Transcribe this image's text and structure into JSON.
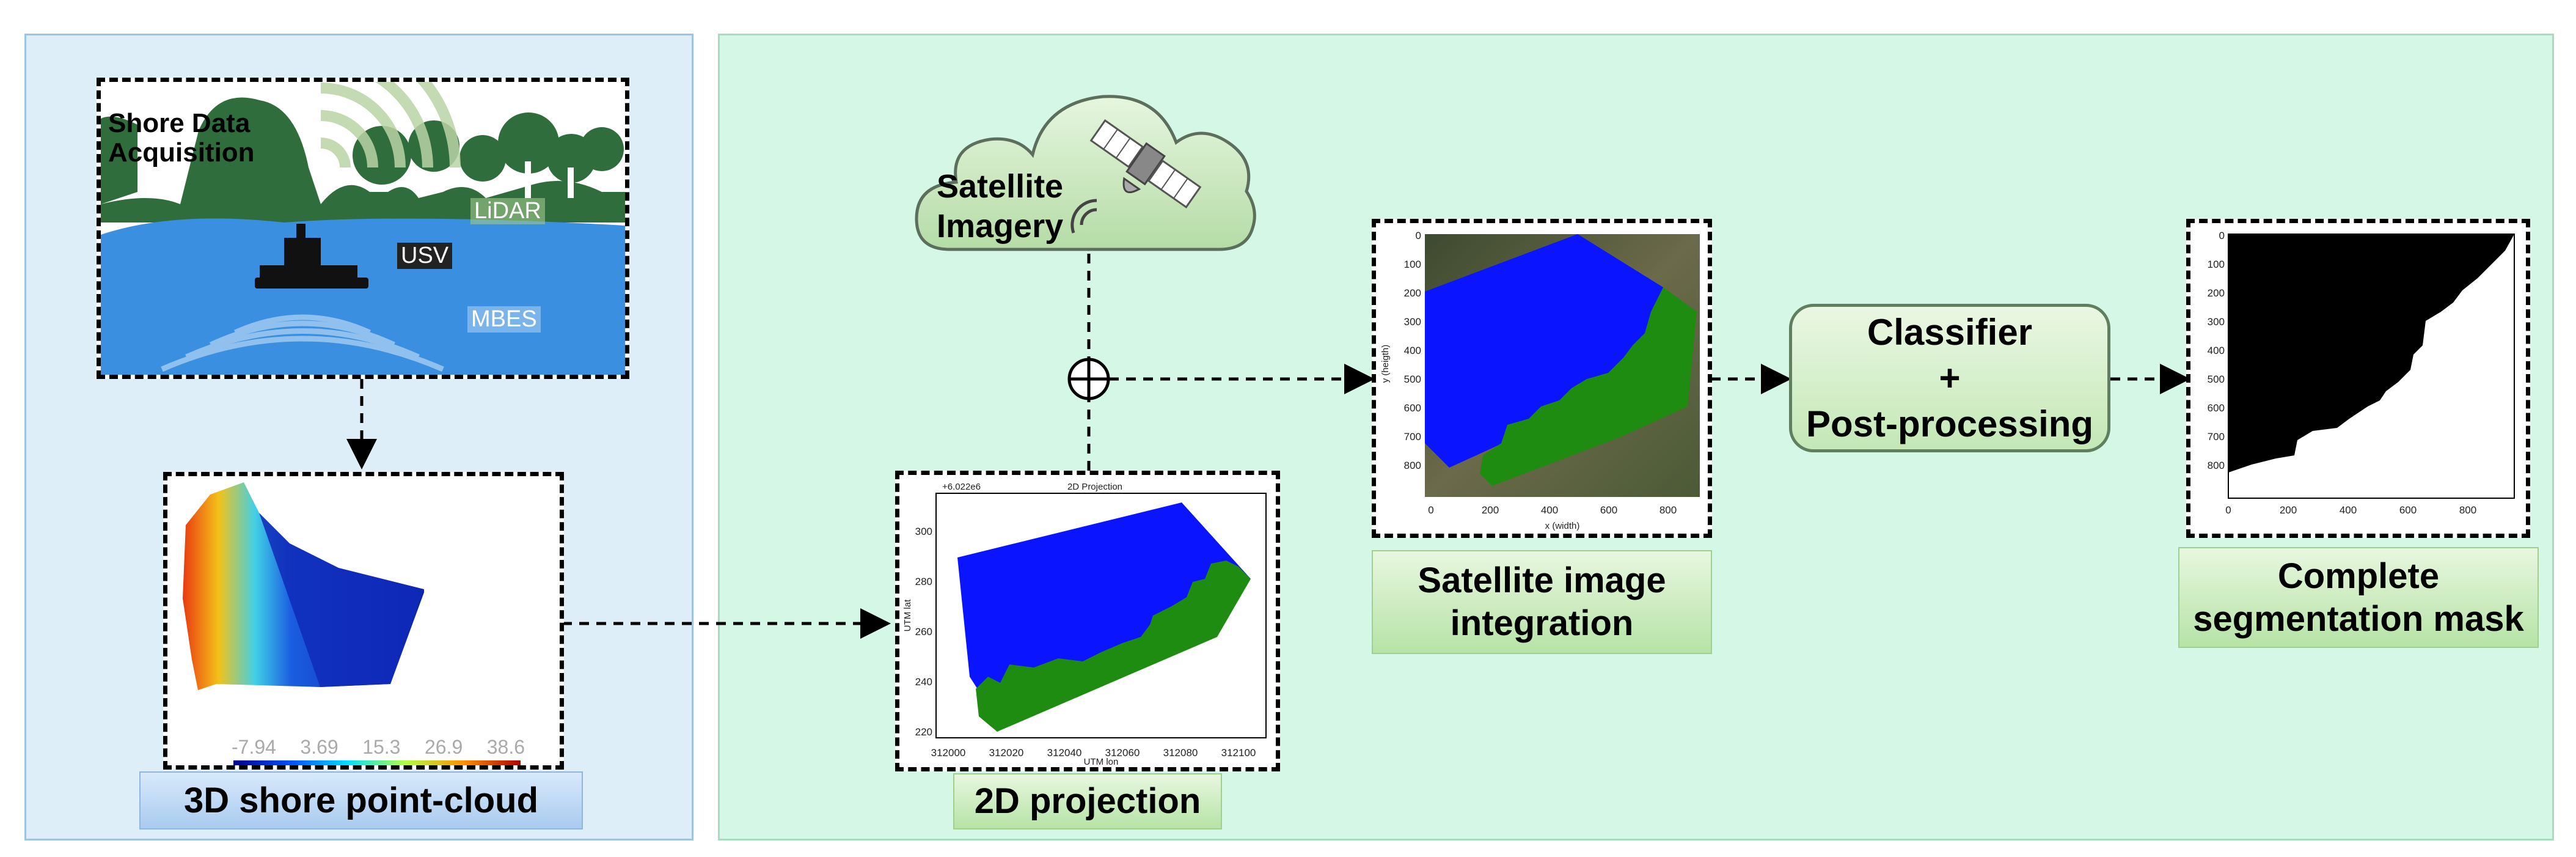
{
  "scene": {
    "title": "Shore Data Acquisition",
    "title_line1": "Shore Data",
    "title_line2": "Acquisition",
    "label_lidar": "LiDAR",
    "label_usv": "USV",
    "label_mbes": "MBES"
  },
  "pointcloud": {
    "caption": "3D shore point-cloud",
    "colorbar_ticks": [
      "-7.94",
      "3.69",
      "15.3",
      "26.9",
      "38.6"
    ]
  },
  "satellite": {
    "line1": "Satellite",
    "line2": "Imagery"
  },
  "projection": {
    "caption": "2D projection",
    "plot_title": "2D Projection",
    "offset_label": "+6.022e6",
    "xlabel": "UTM lon",
    "ylabel": "UTM lat",
    "xticks": [
      "312000",
      "312020",
      "312040",
      "312060",
      "312080",
      "312100"
    ],
    "yticks": [
      "300",
      "280",
      "260",
      "240",
      "220"
    ]
  },
  "integration": {
    "caption_line1": "Satellite image",
    "caption_line2": "integration",
    "xlabel": "x (width)",
    "ylabel": "y (heigth)",
    "xticks": [
      "0",
      "200",
      "400",
      "600",
      "800"
    ],
    "yticks": [
      "0",
      "100",
      "200",
      "300",
      "400",
      "500",
      "600",
      "700",
      "800"
    ]
  },
  "classifier": {
    "line1": "Classifier",
    "line2": "+",
    "line3": "Post-processing"
  },
  "mask": {
    "caption_line1": "Complete",
    "caption_line2": "segmentation mask",
    "xticks": [
      "0",
      "200",
      "400",
      "600",
      "800"
    ],
    "yticks": [
      "0",
      "100",
      "200",
      "300",
      "400",
      "500",
      "600",
      "700",
      "800"
    ]
  },
  "colors": {
    "water": "#3b8fe0",
    "land": "#2f6e3c",
    "class_blue": "#0a14ff",
    "class_green": "#1e8c10"
  }
}
